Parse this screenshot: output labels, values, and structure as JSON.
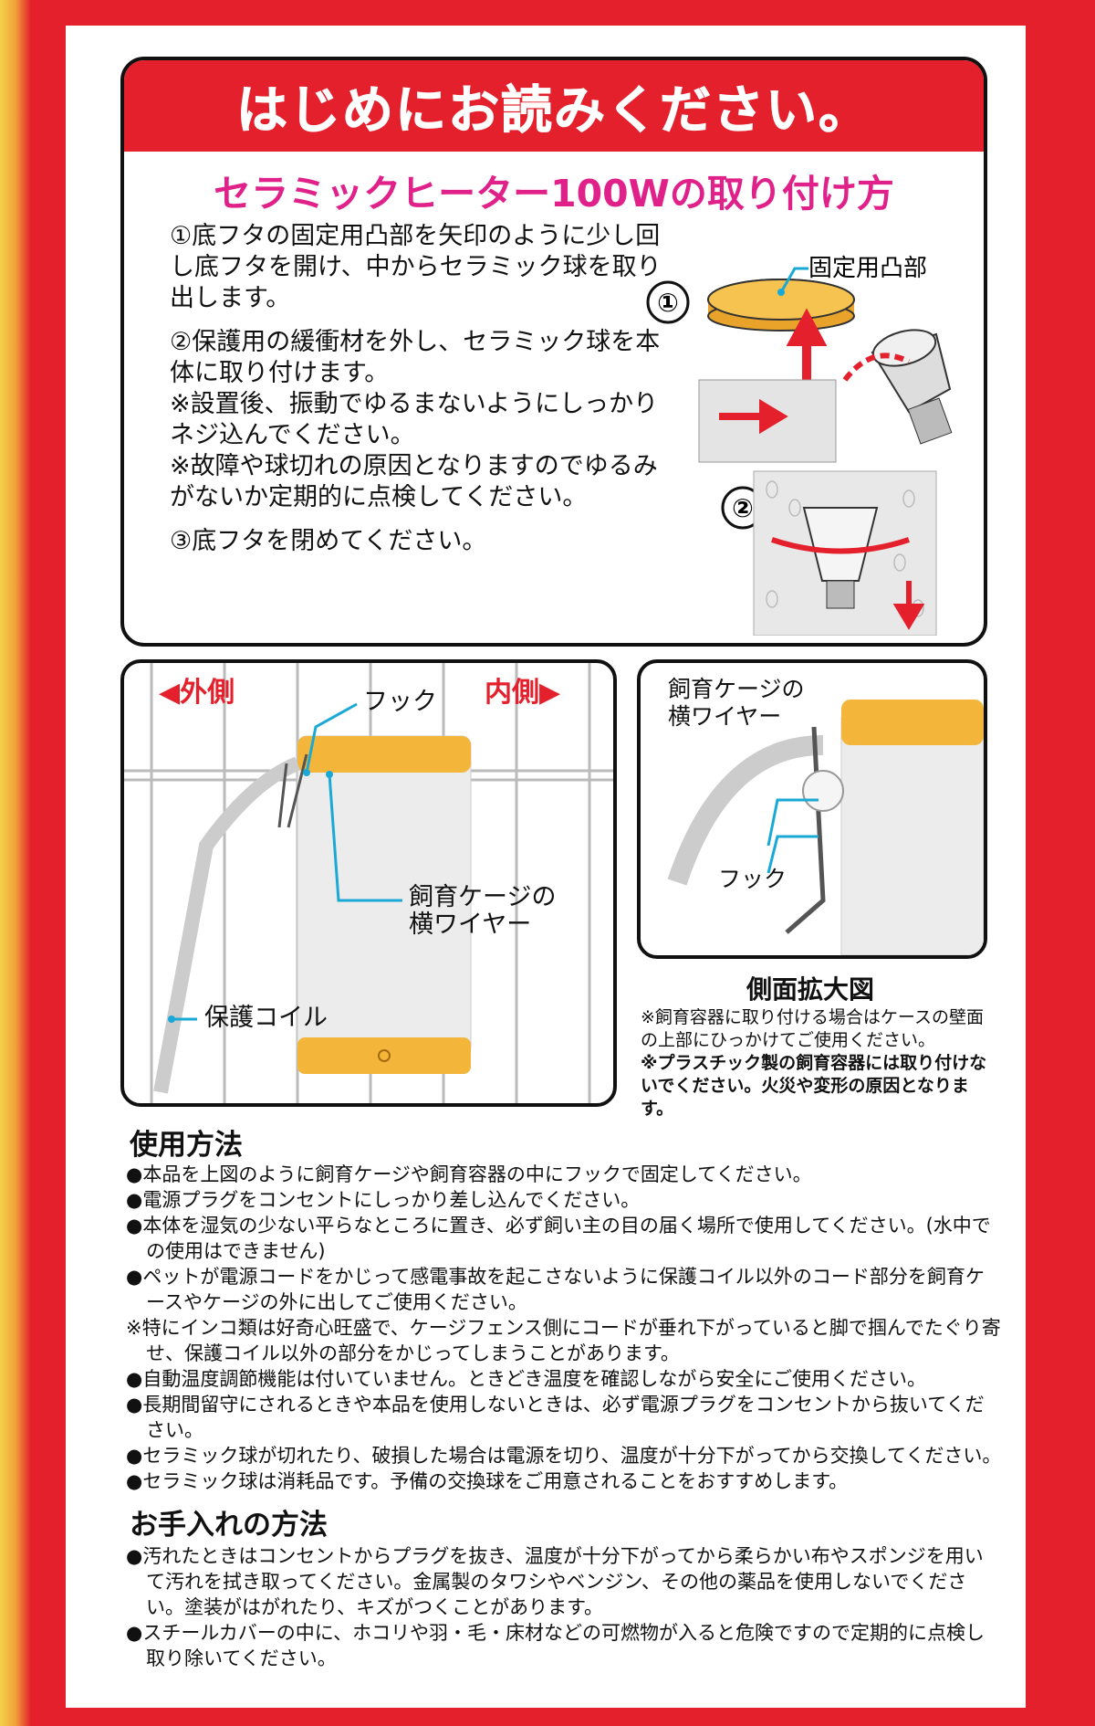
{
  "header": {
    "title": "はじめにお読みください。"
  },
  "subtitle": "セラミックヒーター100Wの取り付け方",
  "steps": [
    "①底フタの固定用凸部を矢印のように少し回し底フタを開け、中からセラミック球を取り出します。",
    "②保護用の緩衝材を外し、セラミック球を本体に取り付けます。",
    "※設置後、振動でゆるまないようにしっかりネジ込んでください。",
    "※故障や球切れの原因となりますのでゆるみがないか定期的に点検してください。",
    "③底フタを閉めてください。"
  ],
  "diagram_top": {
    "badge1": "①",
    "badge2": "②",
    "label_tab": "固定用凸部"
  },
  "figure1": {
    "outside": "◀外側",
    "inside": "内側▶",
    "hook": "フック",
    "wire": "飼育ケージの\n横ワイヤー",
    "coil": "保護コイル"
  },
  "figure2": {
    "wire": "飼育ケージの\n横ワイヤー",
    "hook": "フック"
  },
  "figure2_caption": "側面拡大図",
  "figure2_notes": [
    "※飼育容器に取り付ける場合はケースの壁面の上部にひっかけてご使用ください。",
    "※プラスチック製の飼育容器には取り付けないでください。火災や変形の原因となります。"
  ],
  "usage": {
    "title": "使用方法",
    "items": [
      "●本品を上図のように飼育ケージや飼育容器の中にフックで固定してください。",
      "●電源プラグをコンセントにしっかり差し込んでください。",
      "●本体を湿気の少ない平らなところに置き、必ず飼い主の目の届く場所で使用してください。(水中での使用はできません)",
      "●ペットが電源コードをかじって感電事故を起こさないように保護コイル以外のコード部分を飼育ケースやケージの外に出してご使用ください。",
      "※特にインコ類は好奇心旺盛で、ケージフェンス側にコードが垂れ下がっていると脚で掴んでたぐり寄せ、保護コイル以外の部分をかじってしまうことがあります。",
      "●自動温度調節機能は付いていません。ときどき温度を確認しながら安全にご使用ください。",
      "●長期間留守にされるときや本品を使用しないときは、必ず電源プラグをコンセントから抜いてください。",
      "●セラミック球が切れたり、破損した場合は電源を切り、温度が十分下がってから交換してください。",
      "●セラミック球は消耗品です。予備の交換球をご用意されることをおすすめします。"
    ]
  },
  "care": {
    "title": "お手入れの方法",
    "items": [
      "●汚れたときはコンセントからプラグを抜き、温度が十分下がってから柔らかい布やスポンジを用いて汚れを拭き取ってください。金属製のタワシやベンジン、その他の薬品を使用しないでください。塗装がはがれたり、キズがつくことがあります。",
      "●スチールカバーの中に、ホコリや羽・毛・床材などの可燃物が入ると危険ですので定期的に点検し取り除いてください。"
    ]
  },
  "colors": {
    "red": "#e3202b",
    "pink": "#e0218a",
    "yellow": "#f4b63a",
    "cyan": "#1aa9d6"
  }
}
